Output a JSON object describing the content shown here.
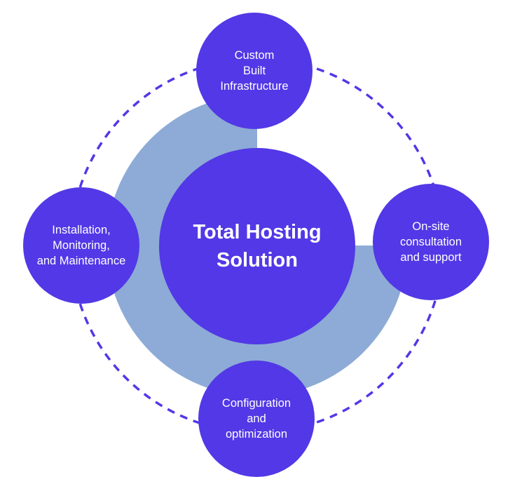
{
  "colors": {
    "primary": "#5238e6",
    "ring": "#8dabd6",
    "dashed_orbit": "#5238e6",
    "text": "#ffffff"
  },
  "center": {
    "label": "Total Hosting\nSolution"
  },
  "nodes": [
    {
      "id": "top",
      "label": "Custom\nBuilt\nInfrastructure"
    },
    {
      "id": "right",
      "label": "On-site\nconsultation\nand support"
    },
    {
      "id": "bottom",
      "label": "Configuration\nand\noptimization"
    },
    {
      "id": "left",
      "label": "Installation,\nMonitoring,\nand Maintenance"
    }
  ]
}
